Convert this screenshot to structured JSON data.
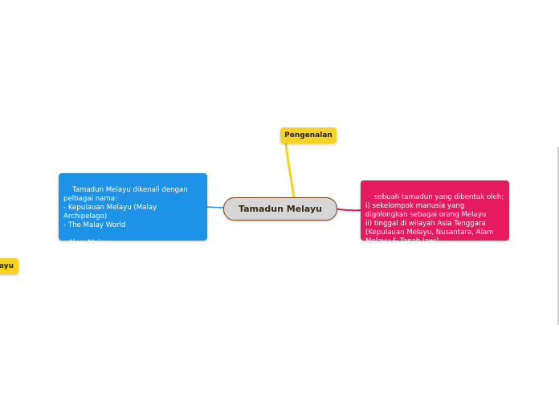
{
  "mindmap": {
    "central": "Tamadun Melayu",
    "topics": {
      "pengenalan": "Pengenalan",
      "left_offscreen": "ayu"
    },
    "notes": {
      "names": "Tamadun Melayu dikenali dengan pelbagai nama:\n- Kepulauan Melayu (Malay Archipelago)\n- The Malay World\n\n- Alam Melayu",
      "definition": "sebuah tamadun yang dibentuk oleh;\ni) sekelompok manusia yang digolongkan sebagai orang Melayu\nii) tinggal di wilayah Asia Tenggara (Kepulauan Melayu, Nusantara, Alam Melayu & Tanah Jawi)"
    }
  },
  "colors": {
    "central_fill": "#d6d6d6",
    "central_border": "#6b4a2a",
    "topic_yellow": "#f5d320",
    "note_blue": "#1e92e6",
    "note_red": "#e51a5f"
  }
}
